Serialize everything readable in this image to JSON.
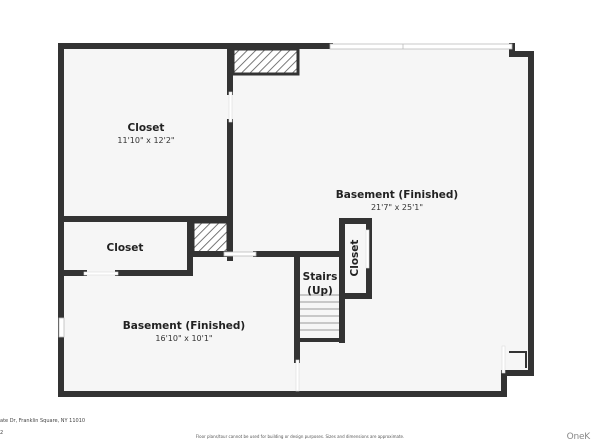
{
  "rooms": {
    "closet_top": {
      "name": "Closet",
      "dims": "11'10\" x 12'2\""
    },
    "basement_main": {
      "name": "Basement (Finished)",
      "dims": "21'7\" x 25'1\""
    },
    "closet_mid": {
      "name": "Closet",
      "dims": ""
    },
    "closet_small": {
      "name": "Closet"
    },
    "stairs": {
      "line1": "Stairs",
      "line2": "(Up)"
    },
    "basement_lower": {
      "name": "Basement (Finished)",
      "dims": "16'10\" x 10'1\""
    }
  },
  "footer": {
    "address": "ate Dr, Franklin Square, NY 11010",
    "page": "2",
    "disclaimer": "Floor plans/tour cannot be used for building or design purposes. Sizes and dimensions are approximate.",
    "brand": "OneK"
  },
  "colors": {
    "wall": "#333333",
    "floor": "#f6f6f6",
    "hatch": "#555555"
  }
}
